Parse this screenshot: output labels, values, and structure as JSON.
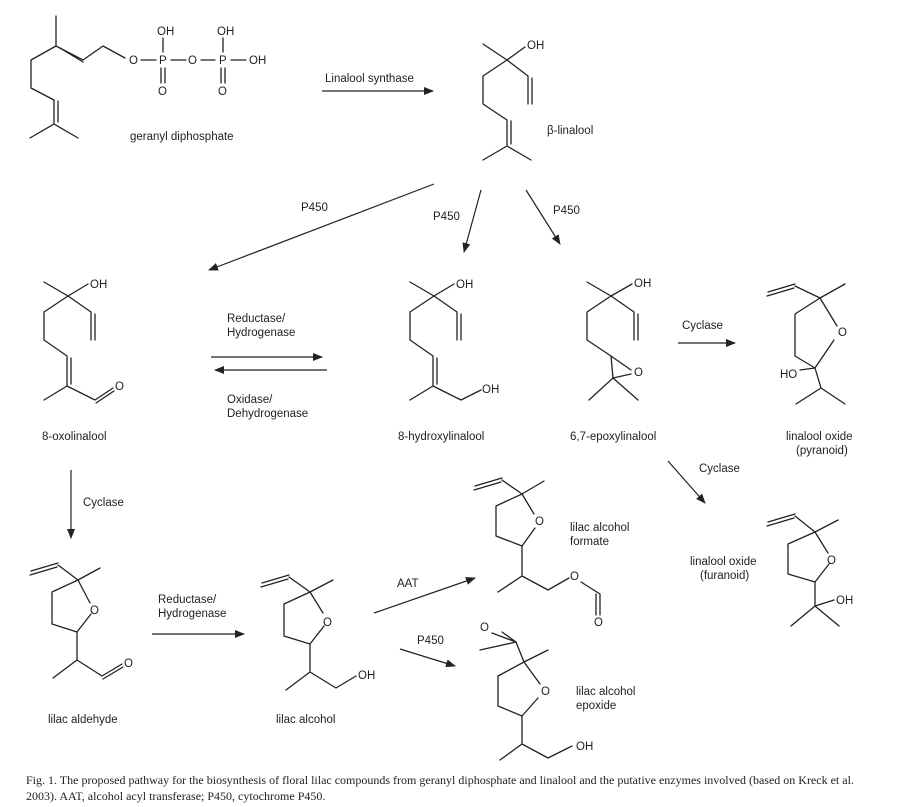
{
  "compounds": {
    "gdp": "geranyl diphosphate",
    "beta_linalool": "β-linalool",
    "oxolinalool": "8-oxolinalool",
    "hydroxylinalool": "8-hydroxylinalool",
    "epoxylinalool": "6,7-epoxylinalool",
    "lo_pyranoid_1": "linalool oxide",
    "lo_pyranoid_2": "(pyranoid)",
    "lo_furanoid_1": "linalool oxide",
    "lo_furanoid_2": "(furanoid)",
    "lilac_aldehyde": "lilac aldehyde",
    "lilac_alcohol": "lilac alcohol",
    "formate_1": "lilac alcohol",
    "formate_2": "formate",
    "epoxide_1": "lilac alcohol",
    "epoxide_2": "epoxide"
  },
  "enzymes": {
    "linalool_synthase": "Linalool synthase",
    "p450": "P450",
    "reductase_1": "Reductase/",
    "hydrogenase": "Hydrogenase",
    "oxidase": "Oxidase/",
    "dehydrogenase": "Dehydrogenase",
    "cyclase": "Cyclase",
    "aat": "AAT"
  },
  "atoms": {
    "oh": "OH",
    "ho": "HO",
    "o": "O",
    "p": "P"
  },
  "caption": "Fig. 1.   The proposed pathway for the biosynthesis of floral lilac compounds from geranyl diphosphate and linalool and the putative enzymes involved (based on Kreck et al. 2003). AAT, alcohol acyl transferase; P450, cytochrome P450."
}
